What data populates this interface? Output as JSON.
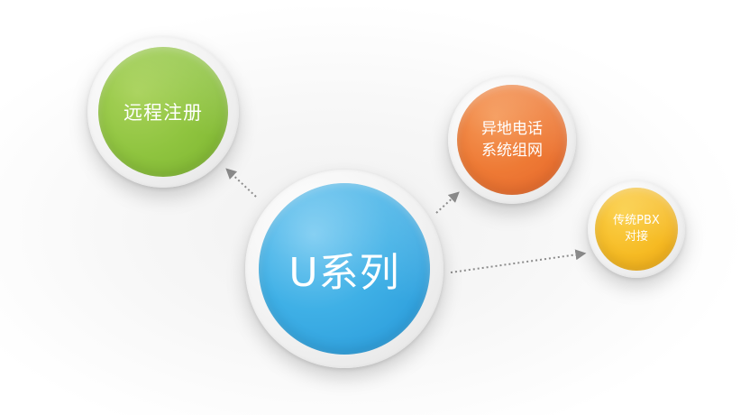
{
  "diagram": {
    "center": {
      "label": "U系列",
      "color": "#3fb0e6"
    },
    "branches": [
      {
        "id": "remote",
        "label": "远程注册",
        "color": "#8fc43f"
      },
      {
        "id": "network",
        "label": "异地电话\n系统组网",
        "color": "#ee7a35"
      },
      {
        "id": "pbx",
        "label": "传统PBX\n对接",
        "color": "#f6bb24"
      }
    ],
    "connector_color": "#8c8c8c"
  }
}
